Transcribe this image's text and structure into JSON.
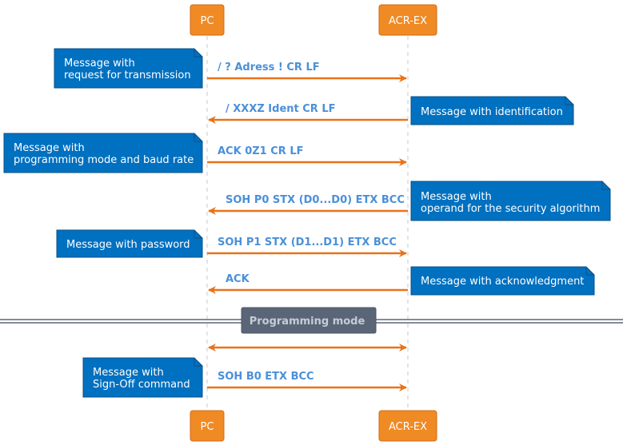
{
  "participants": {
    "pc": "PC",
    "acr": "ACR-EX"
  },
  "messages": [
    {
      "label": "/ ? Adress ! CR LF",
      "direction": "right"
    },
    {
      "label": "/ XXXZ Ident CR LF",
      "direction": "left"
    },
    {
      "label": "ACK 0Z1 CR LF",
      "direction": "right"
    },
    {
      "label": "SOH P0 STX (D0...D0) ETX BCC",
      "direction": "left"
    },
    {
      "label": "SOH P1 STX (D1...D1) ETX BCC",
      "direction": "right"
    },
    {
      "label": "ACK",
      "direction": "left"
    },
    {
      "label": "",
      "direction": "both"
    },
    {
      "label": "SOH B0 ETX BCC",
      "direction": "right"
    }
  ],
  "notes": [
    {
      "side": "left",
      "lines": [
        "Message with",
        "request for transmission"
      ]
    },
    {
      "side": "right",
      "lines": [
        "Message with identification"
      ]
    },
    {
      "side": "left",
      "lines": [
        "Message with",
        "programming mode and baud rate"
      ]
    },
    {
      "side": "right",
      "lines": [
        "Message with",
        "operand for the security algorithm"
      ]
    },
    {
      "side": "left",
      "lines": [
        "Message with password"
      ]
    },
    {
      "side": "right",
      "lines": [
        "Message with acknowledgment"
      ]
    },
    {
      "side": "left",
      "lines": [
        "Message with",
        "Sign-Off command"
      ]
    }
  ],
  "divider": {
    "label": "Programming mode"
  },
  "colors": {
    "participant_fill": "#f08a24",
    "arrow": "#e8731a",
    "note_fill": "#0070c0",
    "note_stroke": "#0b4f86",
    "message_text": "#4a90d9",
    "divider_fill": "#5a6678",
    "lifeline": "#c8c8c8"
  }
}
